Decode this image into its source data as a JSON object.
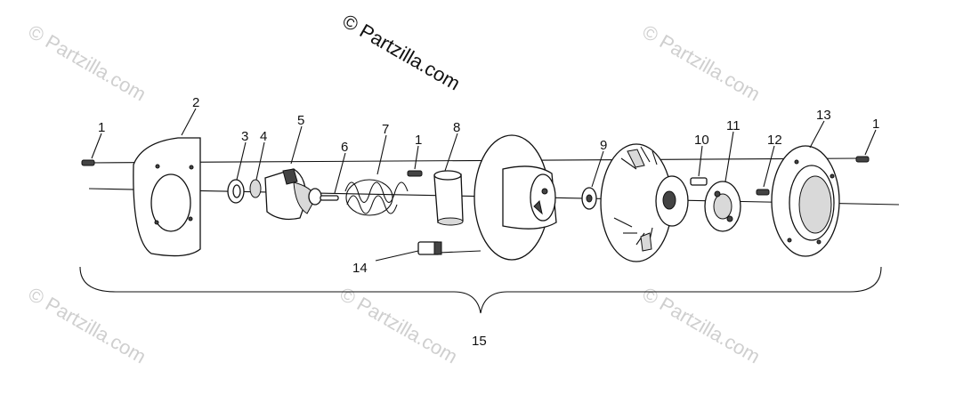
{
  "watermark": {
    "main": "© Partzilla.com",
    "faded": "© Partzilla.com"
  },
  "callouts": {
    "c1a": "1",
    "c2": "2",
    "c3": "3",
    "c4": "4",
    "c5": "5",
    "c6": "6",
    "c7": "7",
    "c1b": "1",
    "c8": "8",
    "c9": "9",
    "c10": "10",
    "c11": "11",
    "c12": "12",
    "c13": "13",
    "c1c": "1",
    "c14": "14",
    "c15": "15"
  }
}
